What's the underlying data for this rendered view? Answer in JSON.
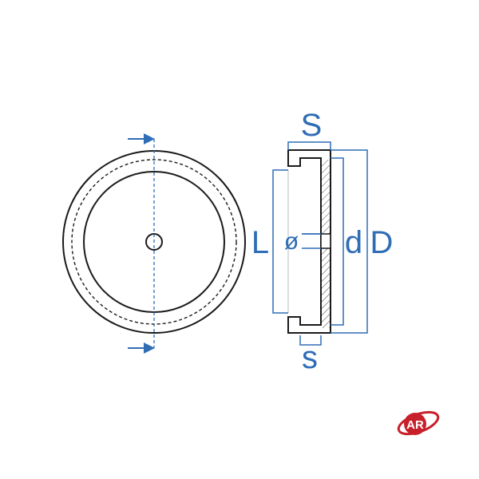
{
  "labels": {
    "S": "S",
    "s": "s",
    "L": "L",
    "d": "d",
    "D": "D",
    "diameter": "ø"
  },
  "logo": {
    "text": "AR"
  },
  "colors": {
    "dimension": "#2f6db5",
    "outline": "#1a1a1a",
    "logo": "#c8202a",
    "background": "#ffffff"
  }
}
